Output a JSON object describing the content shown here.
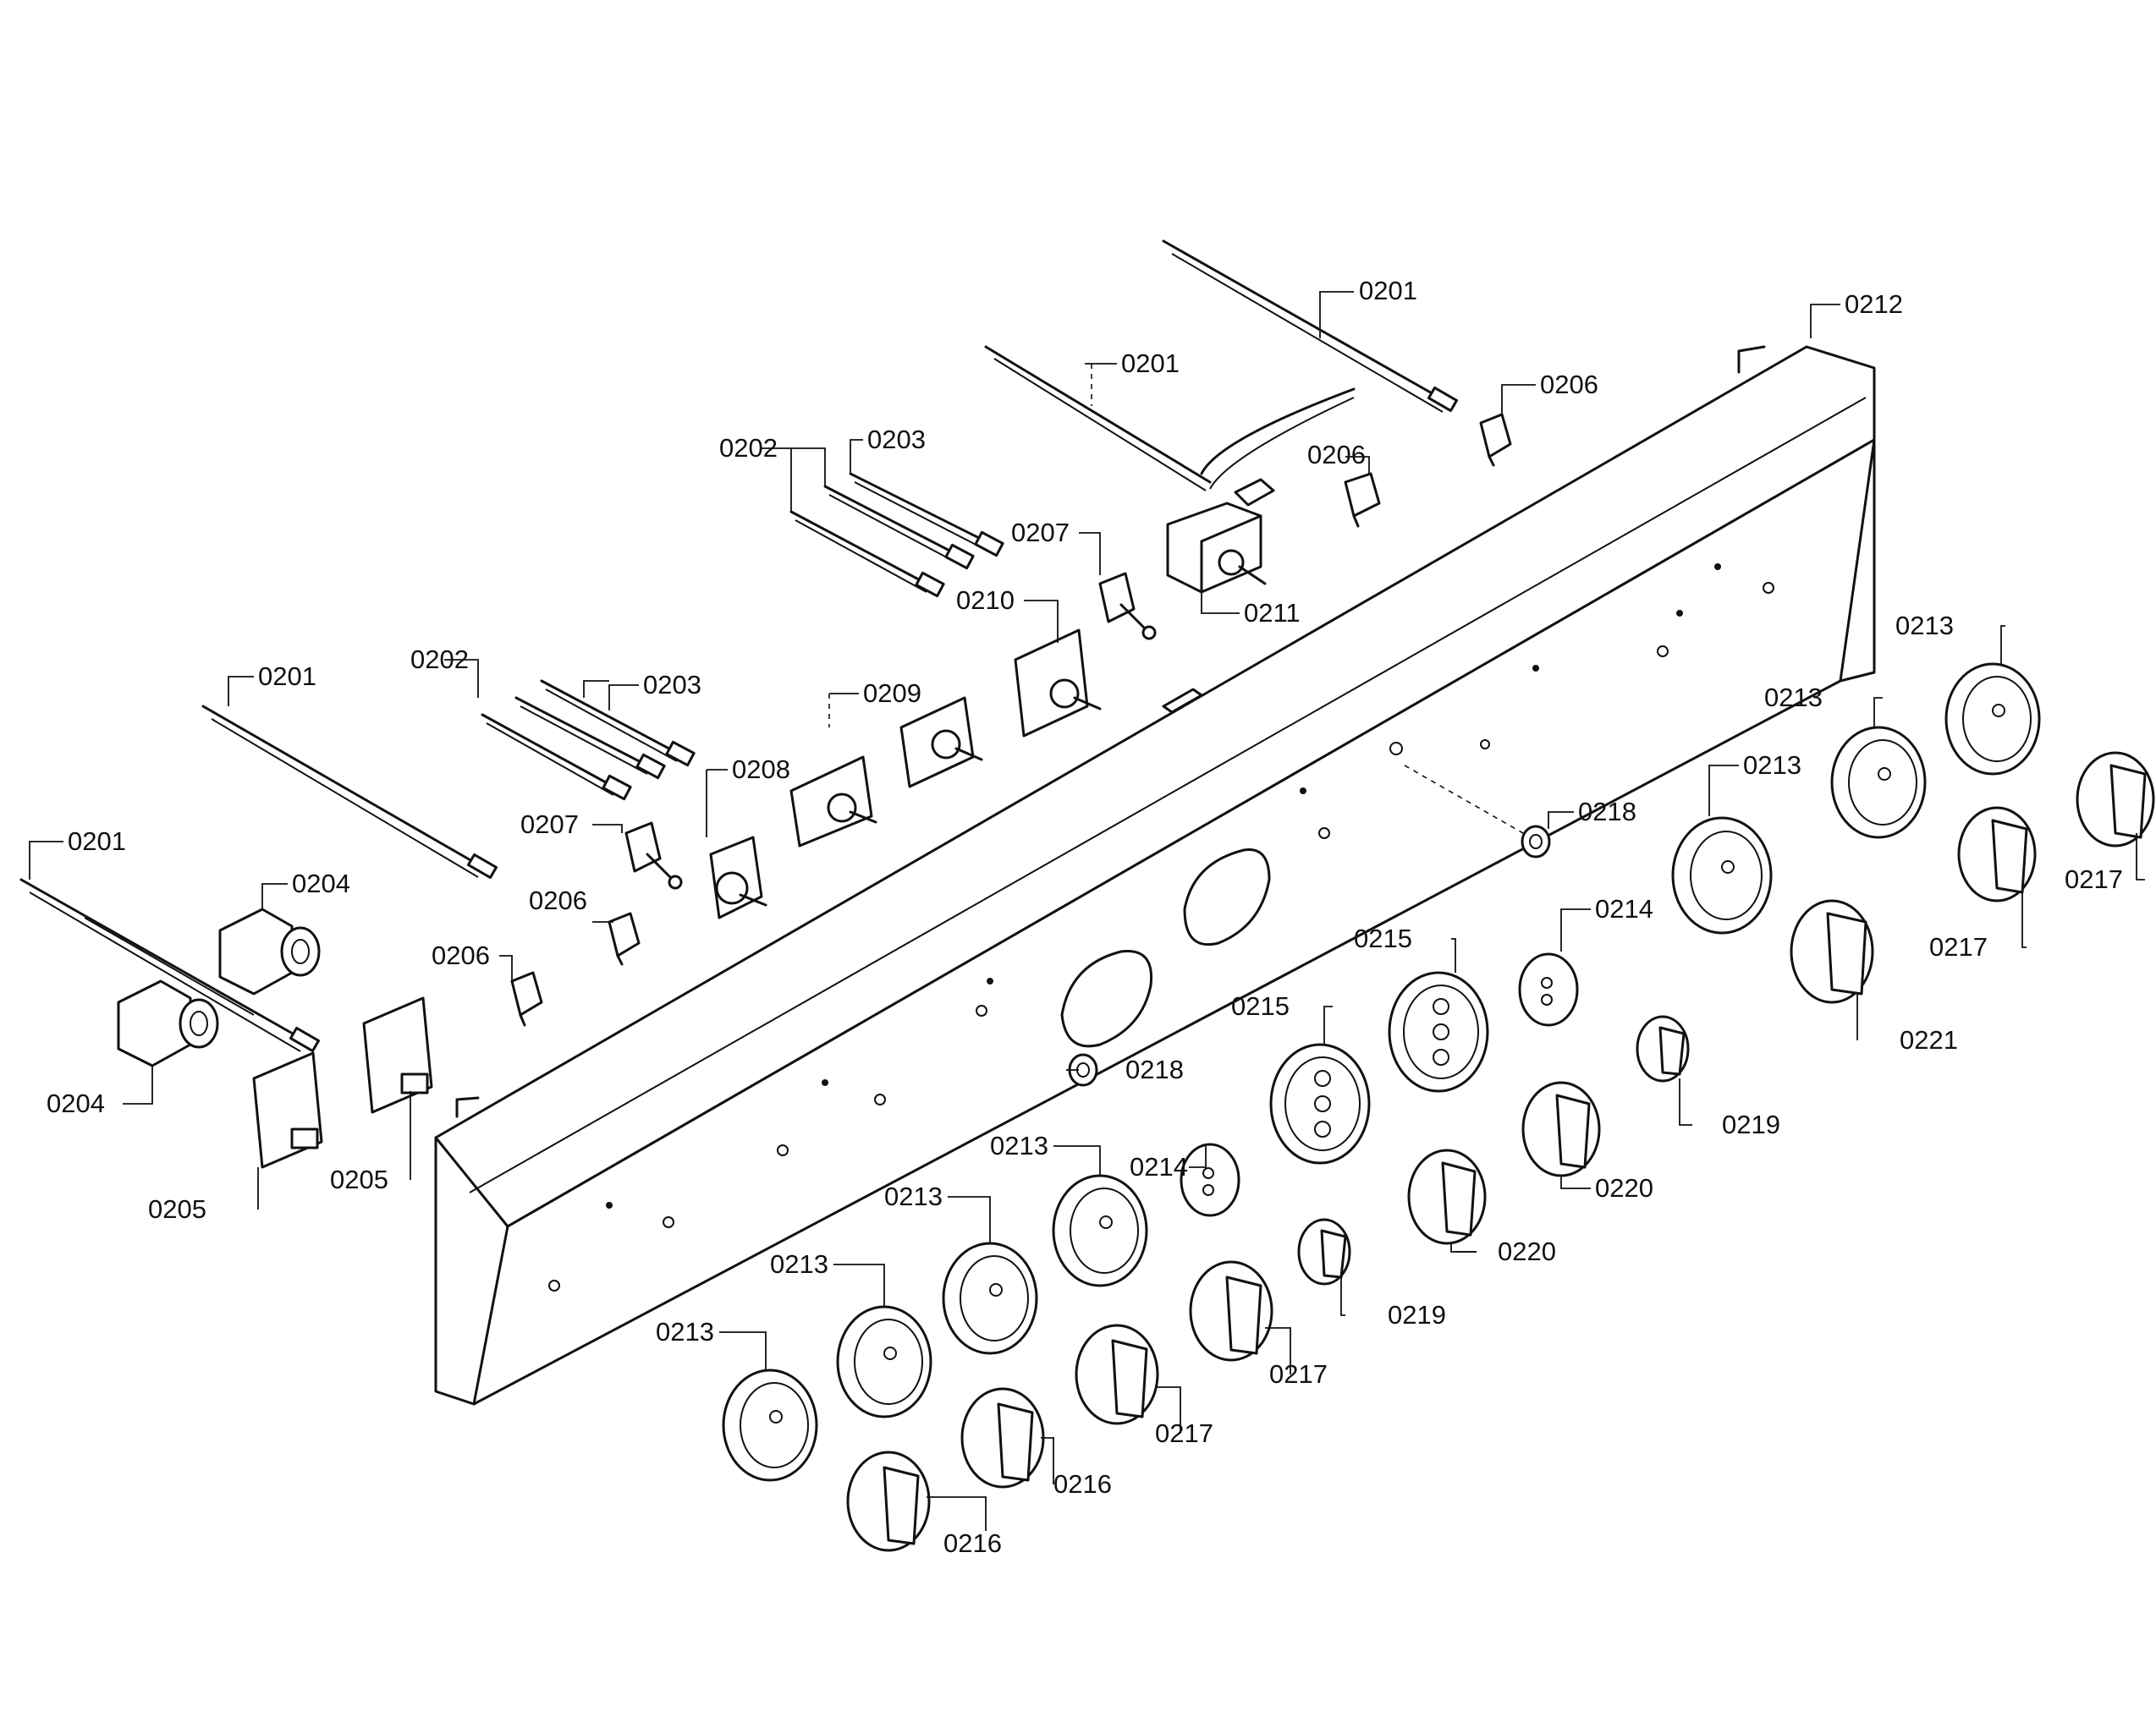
{
  "labels": {
    "wire_right_top": "0201",
    "wire_center": "0201",
    "wire_left_mid": "0201",
    "wire_far_left": "0201",
    "control_panel": "0212",
    "switch_right_a": "0206",
    "switch_right_b": "0206",
    "switch_left_a": "0206",
    "switch_left_b": "0206",
    "probe_upper_a": "0202",
    "probe_upper_b": "0203",
    "probe_lower_a": "0202",
    "probe_lower_b": "0203",
    "toggle_upper": "0207",
    "toggle_lower": "0207",
    "thermostat": "0211",
    "board_upper": "0210",
    "board_mid": "0209",
    "board_lower": "0208",
    "valve_upper": "0204",
    "valve_lower": "0204",
    "module_right": "0205",
    "module_left": "0205",
    "bezel_r1": "0213",
    "bezel_r2": "0213",
    "bezel_r3": "0213",
    "bezel_l1": "0213",
    "bezel_l2": "0213",
    "bezel_l3": "0213",
    "bezel_l4": "0213",
    "plug_upper": "0218",
    "plug_lower": "0218",
    "small_bezel_upper": "0214",
    "small_bezel_lower": "0214",
    "triple_bezel_upper": "0215",
    "triple_bezel_lower": "0215",
    "knob_r1": "0217",
    "knob_r2": "0217",
    "knob_l1": "0217",
    "knob_l2": "0217",
    "large_knob": "0221",
    "knob_small_upper": "0219",
    "knob_small_lower": "0219",
    "knob_medium_upper": "0220",
    "knob_medium_lower": "0220",
    "knob_front_a": "0216",
    "knob_front_b": "0216"
  }
}
